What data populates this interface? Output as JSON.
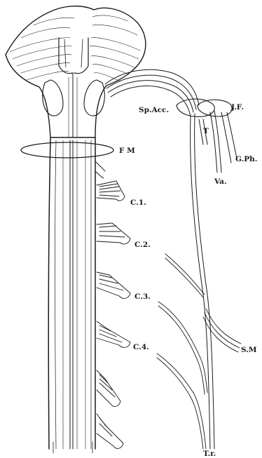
{
  "figure": {
    "labels": {
      "sp_acc": "Sp.Acc.",
      "jf": "J.F.",
      "t": "T",
      "g_ph": "G.Ph.",
      "va": "Va.",
      "fm": "F M",
      "c1": "C.1.",
      "c2": "C.2.",
      "c3": "C.3.",
      "c4": "C.4.",
      "sm": "S.M",
      "tr": "T.r."
    }
  }
}
